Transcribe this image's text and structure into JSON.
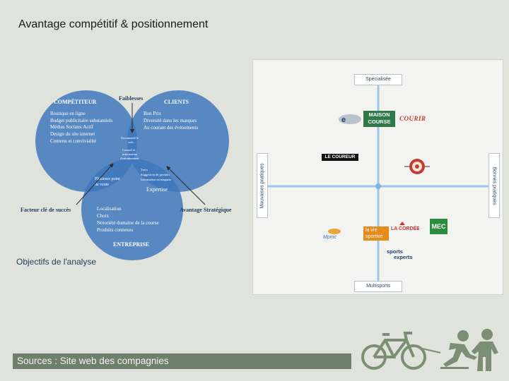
{
  "slide": {
    "title": "Avantage compétitif & positionnement",
    "footer": "Sources : Site web des compagnies"
  },
  "venn": {
    "circles": {
      "competiteur": "COMPÉTITEUR",
      "clients": "CLIENTS",
      "entreprise": "ENTREPRISE"
    },
    "competiteur_items": [
      "Boutique en ligne",
      "Budget publicitaire substantiels",
      "Médias Sociaux Actif",
      "Design du site internet",
      "Contenu et convivialité"
    ],
    "clients_items": [
      "Bon Prix",
      "Diversité dans les marques",
      "Au courant des événements"
    ],
    "entreprise_items": [
      "Localisation",
      "Choix",
      "Notoriété domaine de la course",
      "Produits connexes"
    ],
    "center_top": [
      "Documenté le",
      "web"
    ],
    "center_mid": [
      "Conseil et",
      "information",
      "d'entraînement"
    ],
    "left_overlap": [
      "Plusieurs point",
      "de vente"
    ],
    "right_overlap": [
      "Trucs",
      "Suggestion de produits",
      "Information en magasin"
    ],
    "expertise": "Expertise",
    "labels": {
      "faiblesses": "Faiblesses",
      "facteur": "Facteur clé de succès",
      "avantage": "Avantage Stratégique",
      "objectifs": "Objectifs de l'analyse"
    },
    "colors": {
      "circle": "#3f78bd",
      "text": "#ffffff",
      "arrow": "#2b2b2b",
      "label": "#1f3b5a"
    }
  },
  "map": {
    "axes": {
      "top": "Spécialisée",
      "bottom": "Multisports",
      "left": "Mauvaises pratiques",
      "right": "Bonnes pratiques"
    },
    "logos": {
      "maison_course": [
        "MAISON",
        "COURSE"
      ],
      "courir": "COURIR",
      "le_coureur": "LE COUREUR",
      "la_cordee": "LA CORDÉE",
      "mec": "MEC",
      "la_vie_sportive": [
        "la vie",
        "sportive"
      ],
      "sports_experts": [
        "sports",
        "experts"
      ],
      "mpmc": "Mpmc"
    },
    "colors": {
      "axis": "#9fc6ea",
      "maison": "#2f7a48",
      "mec": "#2d8a3e",
      "lavie": "#e58b1c",
      "cordee": "#d0312d",
      "courir": "#c0392b"
    }
  }
}
